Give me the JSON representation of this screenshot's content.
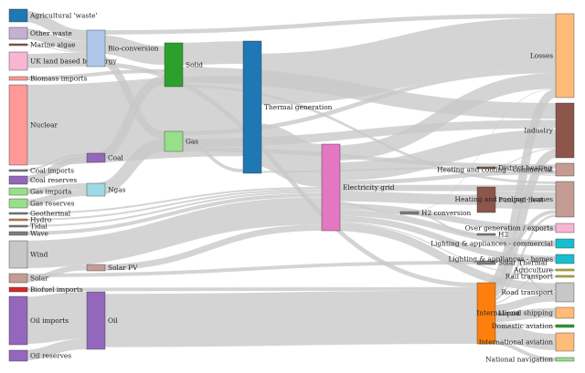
{
  "nodes": [
    {
      "id": "agri",
      "label": "Agricultural 'waste'",
      "color": "#1f77b4"
    },
    {
      "id": "otherw",
      "label": "Other waste",
      "color": "#c5b0d5"
    },
    {
      "id": "marine",
      "label": "Marine algae",
      "color": "#8c564b"
    },
    {
      "id": "ukland",
      "label": "UK land based bioenergy",
      "color": "#f7b6d2"
    },
    {
      "id": "bioimp",
      "label": "Biomass imports",
      "color": "#ff9896"
    },
    {
      "id": "nuclear",
      "label": "Nuclear",
      "color": "#ff9896"
    },
    {
      "id": "coalimp",
      "label": "Coal imports",
      "color": "#7f7f7f"
    },
    {
      "id": "coalres",
      "label": "Coal reserves",
      "color": "#9467bd"
    },
    {
      "id": "gasimp",
      "label": "Gas imports",
      "color": "#98df8a"
    },
    {
      "id": "gasres",
      "label": "Gas reserves",
      "color": "#98df8a"
    },
    {
      "id": "geo",
      "label": "Geothermal",
      "color": "#7f7f7f"
    },
    {
      "id": "hydro",
      "label": "Hydro",
      "color": "#e37b2f"
    },
    {
      "id": "tidal",
      "label": "Tidal",
      "color": "#7f7f7f"
    },
    {
      "id": "wave",
      "label": "Wave",
      "color": "#7f7f7f"
    },
    {
      "id": "wind",
      "label": "Wind",
      "color": "#c7c7c7"
    },
    {
      "id": "solar",
      "label": "Solar",
      "color": "#c49c94"
    },
    {
      "id": "biofimp",
      "label": "Biofuel imports",
      "color": "#d62728"
    },
    {
      "id": "oilimp",
      "label": "Oil imports",
      "color": "#9467bd"
    },
    {
      "id": "oilres",
      "label": "Oil reserves",
      "color": "#9467bd"
    },
    {
      "id": "bioconv",
      "label": "Bio-conversion",
      "color": "#aec7e8"
    },
    {
      "id": "coal",
      "label": "Coal",
      "color": "#9467bd"
    },
    {
      "id": "ngas",
      "label": "Ngas",
      "color": "#9edae5"
    },
    {
      "id": "solarpv",
      "label": "Solar PV",
      "color": "#c49c94"
    },
    {
      "id": "oil",
      "label": "Oil",
      "color": "#9467bd"
    },
    {
      "id": "solid",
      "label": "Solid",
      "color": "#2ca02c"
    },
    {
      "id": "gas",
      "label": "Gas",
      "color": "#98df8a"
    },
    {
      "id": "thermal",
      "label": "Thermal generation",
      "color": "#1f77b4"
    },
    {
      "id": "grid",
      "label": "Electricity grid",
      "color": "#e377c2"
    },
    {
      "id": "h2conv",
      "label": "H2 conversion",
      "color": "#7f7f7f"
    },
    {
      "id": "district",
      "label": "District heating",
      "color": "#8c564b"
    },
    {
      "id": "pumped",
      "label": "Pumped heat",
      "color": "#8c564b"
    },
    {
      "id": "h2",
      "label": "H2",
      "color": "#7f7f7f"
    },
    {
      "id": "solarth",
      "label": "Solar Thermal",
      "color": "#7f7f7f"
    },
    {
      "id": "liquid",
      "label": "Liquid",
      "color": "#ff7f0e"
    },
    {
      "id": "losses",
      "label": "Losses",
      "color": "#ffbb78"
    },
    {
      "id": "industry",
      "label": "Industry",
      "color": "#8c564b"
    },
    {
      "id": "hcc",
      "label": "Heating and cooling - commercial",
      "color": "#c49c94"
    },
    {
      "id": "hch",
      "label": "Heating and cooling - homes",
      "color": "#c49c94"
    },
    {
      "id": "overgen",
      "label": "Over generation / exports",
      "color": "#f7b6d2"
    },
    {
      "id": "lac",
      "label": "Lighting & appliances - commercial",
      "color": "#17becf"
    },
    {
      "id": "lah",
      "label": "Lighting & appliances - homes",
      "color": "#17becf"
    },
    {
      "id": "agric",
      "label": "Agriculture",
      "color": "#bcbd22"
    },
    {
      "id": "rail",
      "label": "Rail transport",
      "color": "#bcbd22"
    },
    {
      "id": "road",
      "label": "Road transport",
      "color": "#c7c7c7"
    },
    {
      "id": "intship",
      "label": "International shipping",
      "color": "#ffbb78"
    },
    {
      "id": "domav",
      "label": "Domestic aviation",
      "color": "#2ca02c"
    },
    {
      "id": "intav",
      "label": "International aviation",
      "color": "#ffbb78"
    },
    {
      "id": "natnav",
      "label": "National navigation",
      "color": "#98df8a"
    }
  ],
  "links": [
    {
      "source": "agri",
      "target": "bioconv",
      "value": 1.2
    },
    {
      "source": "otherw",
      "target": "bioconv",
      "value": 1.1
    },
    {
      "source": "marine",
      "target": "bioconv",
      "value": 0.1
    },
    {
      "source": "ukland",
      "target": "bioconv",
      "value": 1.5
    },
    {
      "source": "bioimp",
      "target": "solid",
      "value": 0.5
    },
    {
      "source": "nuclear",
      "target": "thermal",
      "value": 8.2
    },
    {
      "source": "coalimp",
      "target": "coal",
      "value": 0.3
    },
    {
      "source": "coalres",
      "target": "coal",
      "value": 0.7
    },
    {
      "source": "gasimp",
      "target": "ngas",
      "value": 0.7
    },
    {
      "source": "gasres",
      "target": "ngas",
      "value": 0.8
    },
    {
      "source": "geo",
      "target": "grid",
      "value": 0.2
    },
    {
      "source": "hydro",
      "target": "grid",
      "value": 0.2
    },
    {
      "source": "tidal",
      "target": "grid",
      "value": 0.2
    },
    {
      "source": "wave",
      "target": "grid",
      "value": 0.4
    },
    {
      "source": "wind",
      "target": "grid",
      "value": 2.7
    },
    {
      "source": "solar",
      "target": "solarpv",
      "value": 0.6
    },
    {
      "source": "solar",
      "target": "solarth",
      "value": 0.4
    },
    {
      "source": "biofimp",
      "target": "liquid",
      "value": 0.4
    },
    {
      "source": "oilimp",
      "target": "oil",
      "value": 5.0
    },
    {
      "source": "oilres",
      "target": "oil",
      "value": 1.1
    },
    {
      "source": "bioconv",
      "target": "solid",
      "value": 2.0
    },
    {
      "source": "bioconv",
      "target": "gas",
      "value": 0.9
    },
    {
      "source": "bioconv",
      "target": "liquid",
      "value": 0.5
    },
    {
      "source": "bioconv",
      "target": "losses",
      "value": 0.5
    },
    {
      "source": "coal",
      "target": "solid",
      "value": 1.0
    },
    {
      "source": "ngas",
      "target": "gas",
      "value": 1.5
    },
    {
      "source": "solarpv",
      "target": "grid",
      "value": 0.6
    },
    {
      "source": "oil",
      "target": "liquid",
      "value": 6.1
    },
    {
      "source": "solid",
      "target": "thermal",
      "value": 1.8
    },
    {
      "source": "solid",
      "target": "industry",
      "value": 1.5
    },
    {
      "source": "solid",
      "target": "hch",
      "value": 0.2
    },
    {
      "source": "gas",
      "target": "thermal",
      "value": 0.4
    },
    {
      "source": "gas",
      "target": "industry",
      "value": 1.0
    },
    {
      "source": "gas",
      "target": "hcc",
      "value": 0.5
    },
    {
      "source": "gas",
      "target": "losses",
      "value": 0.5
    },
    {
      "source": "thermal",
      "target": "losses",
      "value": 6.0
    },
    {
      "source": "thermal",
      "target": "grid",
      "value": 4.2
    },
    {
      "source": "thermal",
      "target": "district",
      "value": 0.2
    },
    {
      "source": "grid",
      "target": "industry",
      "value": 1.8
    },
    {
      "source": "grid",
      "target": "hcc",
      "value": 0.4
    },
    {
      "source": "grid",
      "target": "hch",
      "value": 0.6
    },
    {
      "source": "grid",
      "target": "pumped",
      "value": 1.0
    },
    {
      "source": "grid",
      "target": "overgen",
      "value": 0.6
    },
    {
      "source": "grid",
      "target": "lac",
      "value": 0.6
    },
    {
      "source": "grid",
      "target": "lah",
      "value": 0.6
    },
    {
      "source": "grid",
      "target": "rail",
      "value": 0.1
    },
    {
      "source": "grid",
      "target": "road",
      "value": 0.8
    },
    {
      "source": "grid",
      "target": "h2conv",
      "value": 0.2
    },
    {
      "source": "grid",
      "target": "losses",
      "value": 1.8
    },
    {
      "source": "h2conv",
      "target": "h2",
      "value": 0.15
    },
    {
      "source": "h2conv",
      "target": "losses",
      "value": 0.05
    },
    {
      "source": "h2",
      "target": "road",
      "value": 0.15
    },
    {
      "source": "district",
      "target": "industry",
      "value": 0.1
    },
    {
      "source": "district",
      "target": "hcc",
      "value": 0.1
    },
    {
      "source": "pumped",
      "target": "hch",
      "value": 1.3
    },
    {
      "source": "solarth",
      "target": "hch",
      "value": 0.4
    },
    {
      "source": "liquid",
      "target": "industry",
      "value": 0.8
    },
    {
      "source": "liquid",
      "target": "agric",
      "value": 0.1
    },
    {
      "source": "liquid",
      "target": "road",
      "value": 0.7
    },
    {
      "source": "liquid",
      "target": "intship",
      "value": 0.9
    },
    {
      "source": "liquid",
      "target": "domav",
      "value": 0.1
    },
    {
      "source": "liquid",
      "target": "intav",
      "value": 1.5
    },
    {
      "source": "liquid",
      "target": "natnav",
      "value": 0.4
    },
    {
      "source": "liquid",
      "target": "losses",
      "value": 1.0
    },
    {
      "source": "liquid",
      "target": "hch",
      "value": 0.2
    }
  ]
}
